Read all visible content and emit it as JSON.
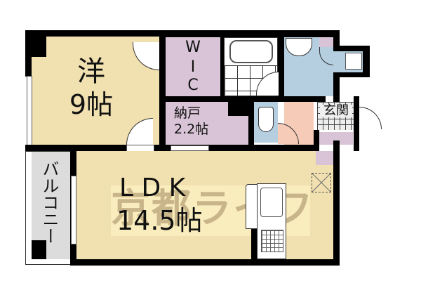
{
  "floorplan": {
    "rooms": {
      "western_room": {
        "name": "洋",
        "size": "9帖"
      },
      "wic": {
        "letters": [
          "W",
          "I",
          "C"
        ]
      },
      "storage": {
        "name": "納戸",
        "size": "2.2帖"
      },
      "entrance": {
        "name": "玄関"
      },
      "ldk": {
        "name": "L D K",
        "size": "14.5帖"
      },
      "balcony": {
        "name": "バルコニー"
      }
    },
    "watermark": "京都ライフ",
    "colors": {
      "room_floor": "#f1e0b0",
      "closet": "#d8c4d6",
      "wet_area": "#b5cfe0",
      "entrance_hall": "#f6cbb8",
      "balcony": "#dcdcdc",
      "wall": "#000000",
      "watermark_box": "#fbeec0",
      "watermark_text": "#c9b58a"
    }
  }
}
